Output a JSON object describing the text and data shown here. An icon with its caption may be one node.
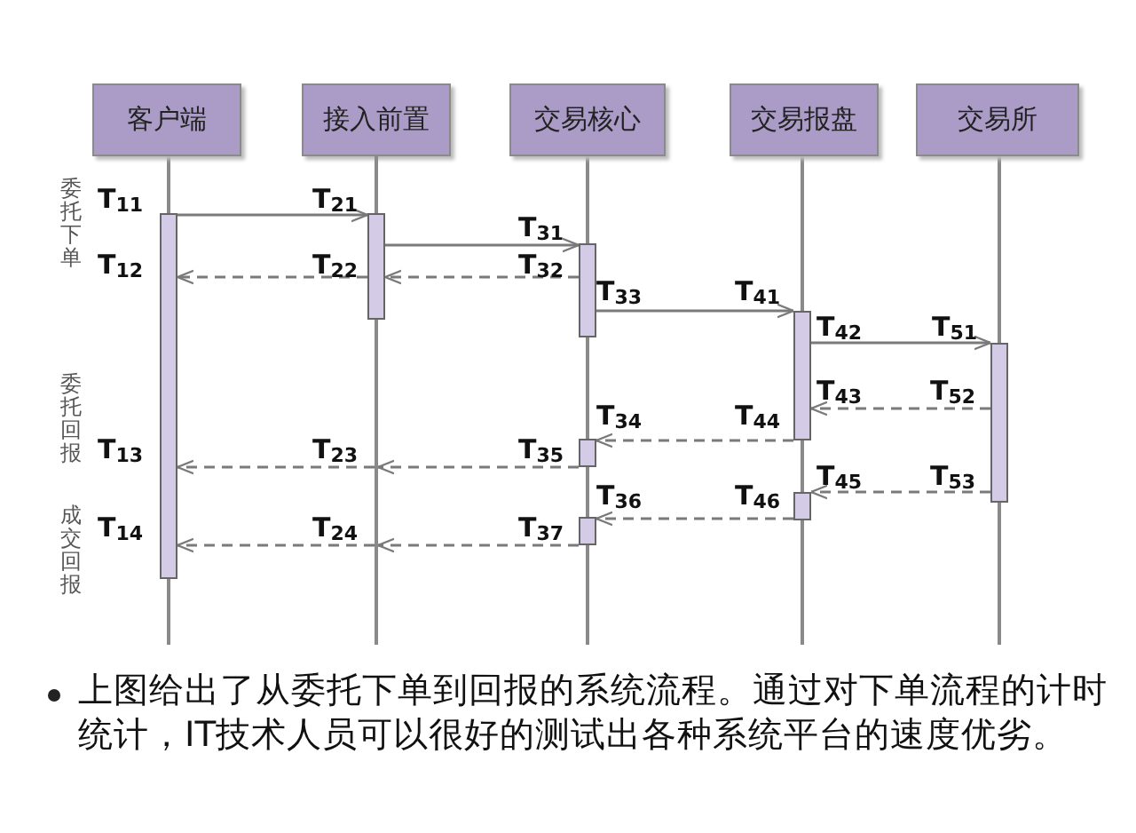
{
  "diagram": {
    "caption": "上图给出了从委托下单到回报的系统流程。通过对下单流程的计时统计，IT技术人员可以很好的测试出各种系统平台的速度优劣。",
    "nodes": [
      {
        "text": [
          "客户端"
        ]
      },
      {
        "text": [
          "接入前置"
        ]
      },
      {
        "text": [
          "交易核心"
        ]
      },
      {
        "text": [
          "交易报盘"
        ]
      },
      {
        "text": [
          "交易所"
        ]
      },
      {
        "text": [],
        "shape": "bar"
      },
      {
        "text": [],
        "shape": "bar"
      },
      {
        "text": [],
        "shape": "bar"
      },
      {
        "text": [],
        "shape": "bar"
      },
      {
        "text": [],
        "shape": "bar"
      },
      {
        "text": [],
        "shape": "bar"
      },
      {
        "text": [],
        "shape": "bar"
      },
      {
        "text": [],
        "shape": "bar"
      },
      {
        "text": [],
        "shape": "line"
      }
    ],
    "edges": [
      {
        "from": 5,
        "to": 6,
        "arrow": "to"
      },
      {
        "from": 6,
        "to": 7,
        "arrow": "to"
      },
      {
        "from": 7,
        "to": 6,
        "arrow": "to",
        "style": "dashed"
      },
      {
        "from": 6,
        "to": 5,
        "arrow": "to",
        "style": "dashed"
      },
      {
        "from": 7,
        "to": 8,
        "arrow": "to"
      },
      {
        "from": 8,
        "to": 9,
        "arrow": "to"
      },
      {
        "from": 9,
        "to": 8,
        "arrow": "to",
        "style": "dashed"
      },
      {
        "from": 8,
        "to": 10,
        "arrow": "to",
        "style": "dashed"
      },
      {
        "from": 10,
        "to": 13,
        "arrow": "to",
        "style": "dashed"
      },
      {
        "from": 13,
        "to": 5,
        "arrow": "to",
        "style": "dashed"
      },
      {
        "from": 9,
        "to": 11,
        "arrow": "to",
        "style": "dashed"
      },
      {
        "from": 11,
        "to": 12,
        "arrow": "to",
        "style": "dashed"
      },
      {
        "from": 12,
        "to": 13,
        "arrow": "to",
        "style": "dashed"
      },
      {
        "from": 13,
        "to": 5,
        "arrow": "to",
        "style": "dashed"
      }
    ],
    "labels": [
      "委托下单",
      "T$_{11}$",
      "T$_{21}$",
      "T$_{31}$",
      "T$_{12}$",
      "T$_{22}$",
      "T$_{32}$",
      "T$_{33}$",
      "T$_{41}$",
      "T$_{42}$",
      "T$_{51}$",
      "委托回报",
      "T$_{43}$",
      "T$_{52}$",
      "T$_{34}$",
      "T$_{44}$",
      "T$_{13}$",
      "T$_{23}$",
      "T$_{35}$",
      "T$_{45}$",
      "T$_{53}$",
      "T$_{36}$",
      "T$_{46}$",
      "成交回报",
      "T$_{14}$",
      "T$_{24}$",
      "T$_{37}$"
    ]
  }
}
